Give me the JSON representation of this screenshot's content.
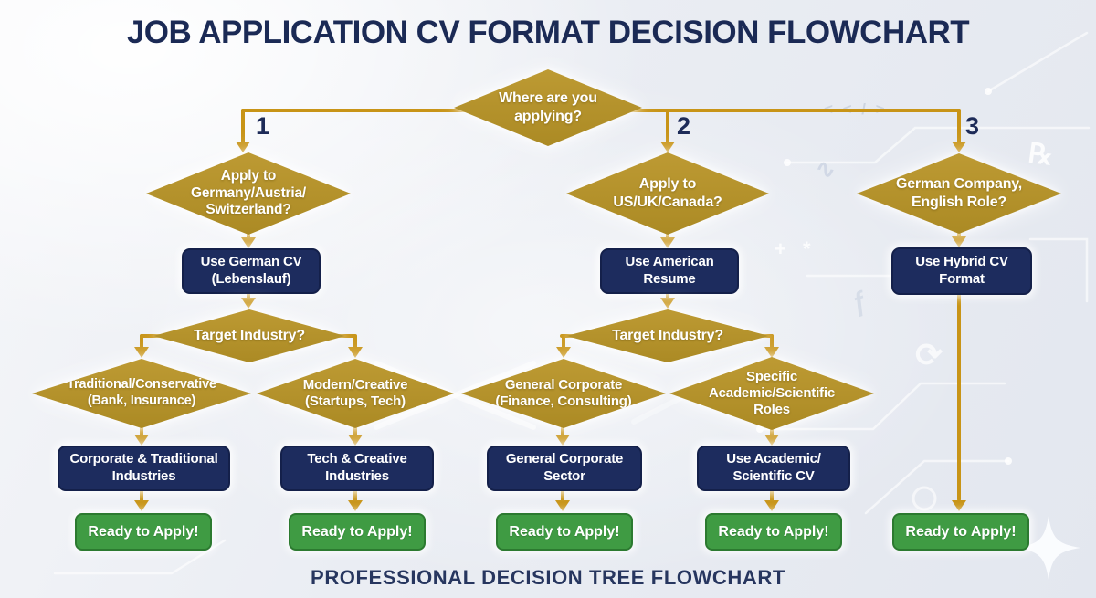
{
  "title": "JOB APPLICATION CV FORMAT DECISION FLOWCHART",
  "footer": "PROFESSIONAL DECISION TREE FLOWCHART",
  "colors": {
    "diamond_gold": "#b4912b",
    "connector_gold": "#c89417",
    "box_navy": "#1d2c5e",
    "terminal_green": "#3f9b43",
    "terminal_green_border": "#2c7a30",
    "title_navy": "#1b2a55"
  },
  "branch_numbers": [
    "1",
    "2",
    "3"
  ],
  "nodes": {
    "root": "Where are you\napplying?",
    "b1_question": "Apply to\nGermany/Austria/\nSwitzerland?",
    "b1_action": "Use German CV\n(Lebenslauf)",
    "b1_target": "Target Industry?",
    "b1_left": "Traditional/Conservative\n(Bank, Insurance)",
    "b1_right": "Modern/Creative\n(Startups, Tech)",
    "b1_left_action": "Corporate & Traditional\nIndustries",
    "b1_right_action": "Tech & Creative\nIndustries",
    "b2_question": "Apply to\nUS/UK/Canada?",
    "b2_action": "Use American\nResume",
    "b2_target": "Target Industry?",
    "b2_left": "General Corporate\n(Finance, Consulting)",
    "b2_right": "Specific\nAcademic/Scientific\nRoles",
    "b2_left_action": "General Corporate\nSector",
    "b2_right_action": "Use Academic/\nScientific CV",
    "b3_question": "German Company,\nEnglish Role?",
    "b3_action": "Use Hybrid CV\nFormat"
  },
  "terminals": [
    "Ready to Apply!",
    "Ready to Apply!",
    "Ready to Apply!",
    "Ready to Apply!",
    "Ready to Apply!"
  ],
  "decor": {
    "code": "< < / >",
    "rx": "℞",
    "fn": "ƒ",
    "plus": "+ *",
    "refresh": "⟳",
    "squiggle": "∿"
  }
}
